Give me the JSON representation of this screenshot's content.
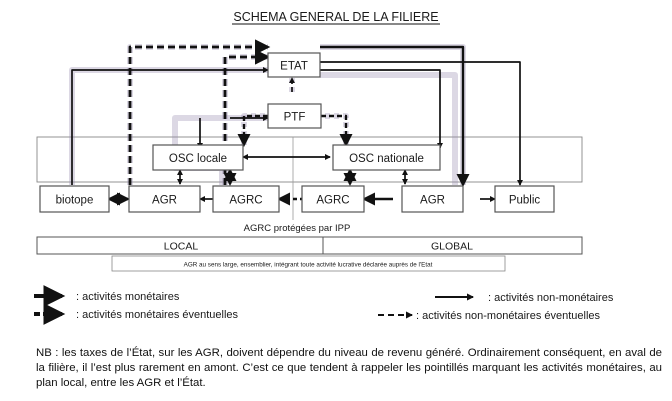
{
  "title": "SCHEMA GENERAL DE LA FILIERE",
  "nodes": {
    "etat": "ETAT",
    "ptf": "PTF",
    "osc_locale": "OSC locale",
    "osc_nationale": "OSC nationale",
    "biotope": "biotope",
    "agr_left": "AGR",
    "agrc_left": "AGRC",
    "agrc_right": "AGRC",
    "agr_right": "AGR",
    "public": "Public"
  },
  "labels": {
    "agrc_protegees": "AGRC protégées par IPP",
    "local": "LOCAL",
    "global": "GLOBAL",
    "agr_note": "AGR  au sens large, ensemblier,  intégrant toute activité lucrative déclarée auprès de l'Etat"
  },
  "legend": {
    "monetaires": ": activités monétaires",
    "monetaires_eventuelles": ": activités monétaires éventuelles",
    "non_monetaires": ": activités non-monétaires",
    "non_monetaires_eventuelles": ": activités non-monétaires éventuelles"
  },
  "note": "NB : les taxes de l’État, sur les AGR, doivent dépendre du niveau de revenu généré. Ordinairement conséquent, en aval de la filière, il l’est plus rarement en amont. C’est ce que tendent à rappeler les pointillés marquant les activités monétaires, au plan local, entre les AGR et l’État.",
  "colors": {
    "line": "#111111",
    "glow": "#9c8fb3",
    "box_border": "#555555"
  }
}
